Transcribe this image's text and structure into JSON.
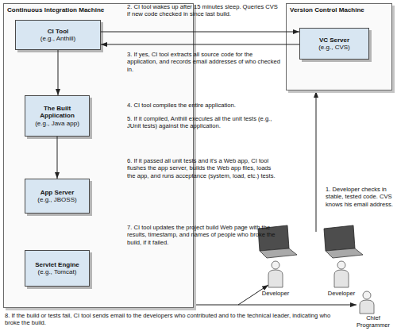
{
  "diagram": {
    "nodes": [
      {
        "text": [
          "Continuous Integration Machine"
        ]
      },
      {
        "text": [
          "CI Tool",
          "(e.g., Anthill)"
        ],
        "in": 0
      },
      {
        "text": [
          "The Built Application",
          "(e.g., Java app)"
        ],
        "in": 0
      },
      {
        "text": [
          "App Server",
          "(e.g., JBOSS)"
        ],
        "in": 0
      },
      {
        "text": [
          "Servlet Engine",
          "(e.g., Tomcat)"
        ],
        "in": 0
      },
      {
        "text": [
          "Version Control Machine"
        ]
      },
      {
        "text": [
          "VC Server",
          "(e.g., CVS)"
        ],
        "in": 5
      }
    ],
    "edges": [
      {
        "from": 1,
        "to": 6,
        "arrow": "to"
      },
      {
        "from": 6,
        "to": 1,
        "arrow": "to"
      },
      {
        "from": 1,
        "to": 2,
        "arrow": "to"
      },
      {
        "from": 2,
        "to": 3,
        "arrow": "to"
      }
    ],
    "labels": [
      "2. CI tool wakes up after 15 minutes sleep. Queries CVS if new code checked in since last build.",
      "3. If yes, CI tool extracts all source code for the application, and records email addresses of who checked in.",
      "4. CI tool compiles the entire application.",
      "5. If it compiled, Anthill executes all the unit tests (e.g., JUnit tests) against the application.",
      "6. If it passed all unit tests and it's a Web app, CI tool flushes the app server, builds the Web app files, loads the app, and runs acceptance (system, load, etc.) tests.",
      "1. Developer checks in stable, tested code. CVS knows his email address.",
      "7. CI tool updates the project build Web page with the results, timestamp, and names of people who broke the build, if it failed.",
      "Developer",
      "Developer",
      "8. If the build or tests fail, CI tool sends email to the developers who contributed and to the technical leader, indicating who broke the build.",
      "Chief Programmer"
    ]
  }
}
